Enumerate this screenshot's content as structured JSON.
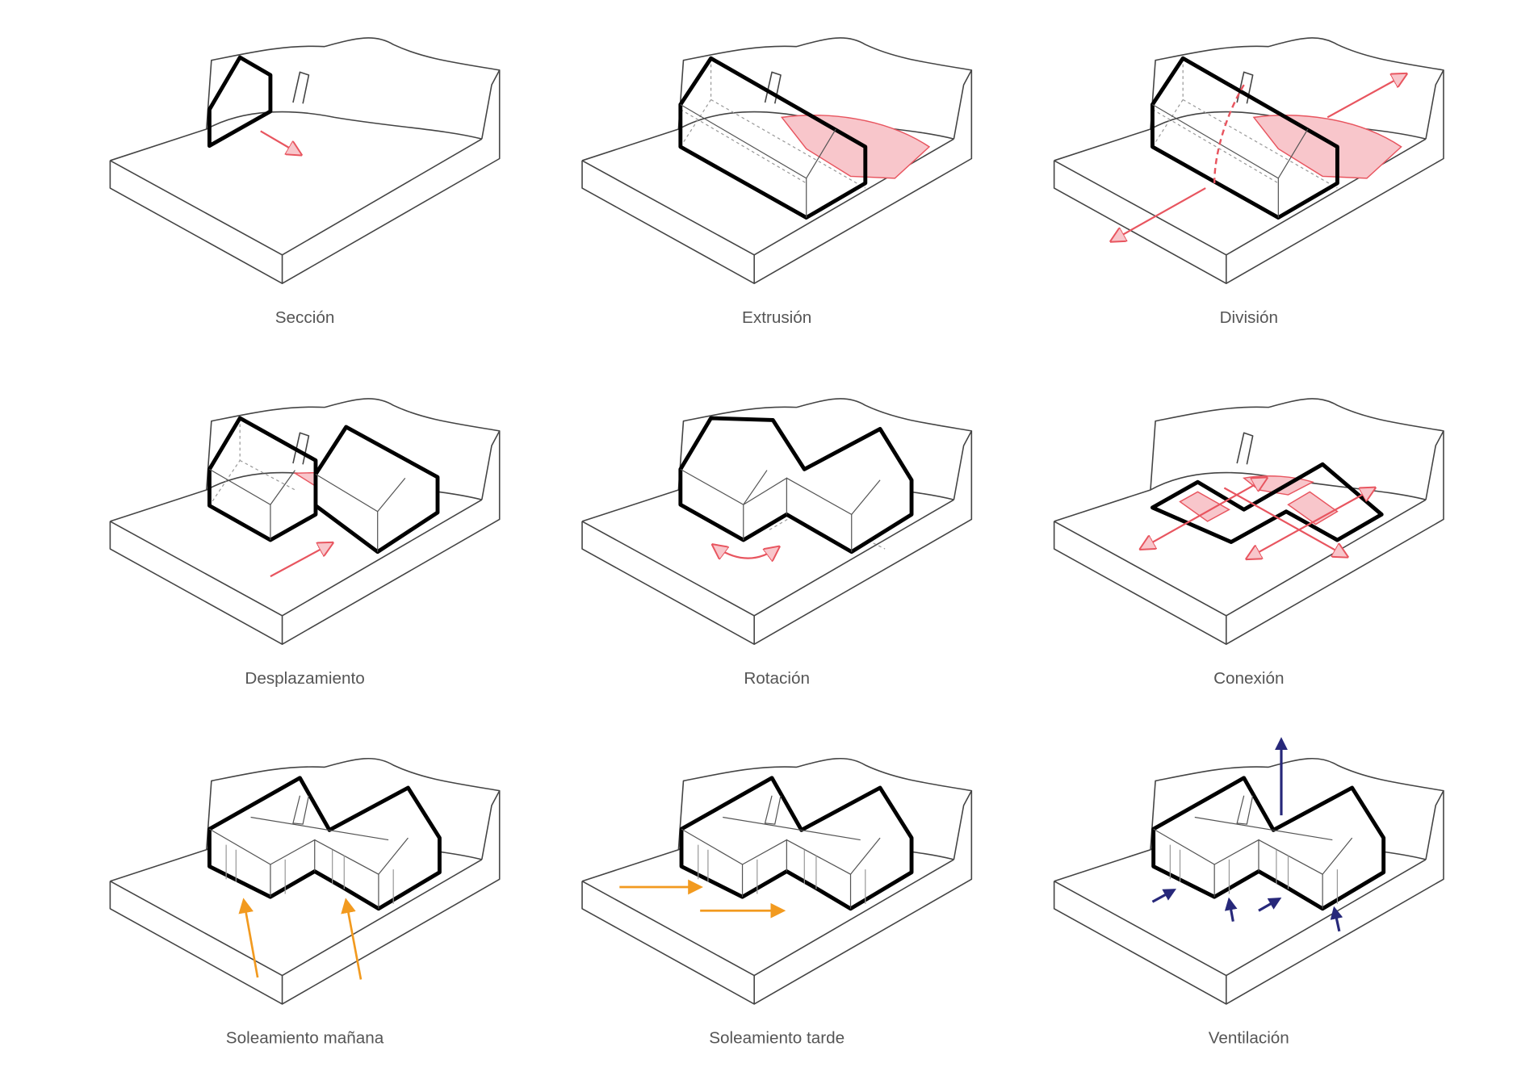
{
  "panels": [
    {
      "label": "Sección"
    },
    {
      "label": "Extrusión"
    },
    {
      "label": "División"
    },
    {
      "label": "Desplazamiento"
    },
    {
      "label": "Rotación"
    },
    {
      "label": "Conexión"
    },
    {
      "label": "Soleamiento mañana"
    },
    {
      "label": "Soleamiento tarde"
    },
    {
      "label": "Ventilación"
    }
  ],
  "colors": {
    "transform_arrow": "#e8555f",
    "highlight_fill": "#f8c6cb",
    "sun_arrow": "#f29a1f",
    "wind_arrow": "#27287a"
  }
}
